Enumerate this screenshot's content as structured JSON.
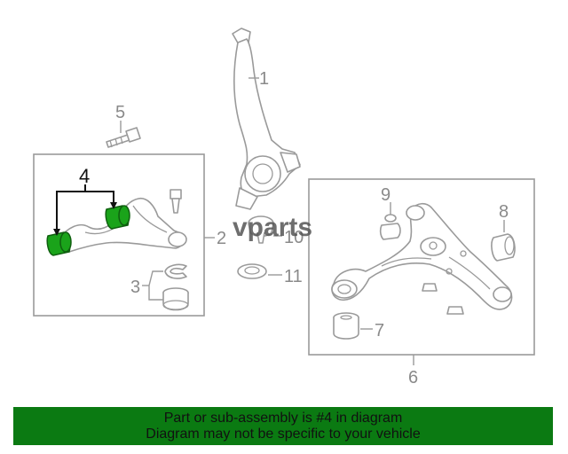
{
  "callouts": {
    "c1": "1",
    "c2": "2",
    "c3": "3",
    "c4": "4",
    "c5": "5",
    "c6": "6",
    "c7": "7",
    "c8": "8",
    "c9": "9",
    "c10": "10",
    "c11": "11"
  },
  "watermark": "vparts",
  "highlight_color": "#1aa31a",
  "banner": {
    "line1": "Part or sub-assembly is #4 in diagram",
    "line2": "Diagram may not be specific to your vehicle",
    "color": "#0b7a12"
  }
}
